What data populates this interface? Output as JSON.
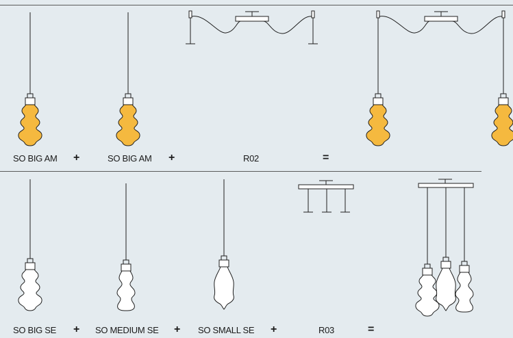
{
  "colors": {
    "background": "#e4ebef",
    "line": "#1f1f1f",
    "amber_bulb": "#f5b93f",
    "white_bulb": "#ffffff"
  },
  "row1": {
    "items": [
      "SO BIG AM",
      "SO BIG AM",
      "R02"
    ],
    "plus": "+",
    "equals": "="
  },
  "row2": {
    "items": [
      "SO BIG SE",
      "SO MEDIUM SE",
      "SO SMALL SE",
      "R03"
    ],
    "plus": "+",
    "equals": "="
  }
}
